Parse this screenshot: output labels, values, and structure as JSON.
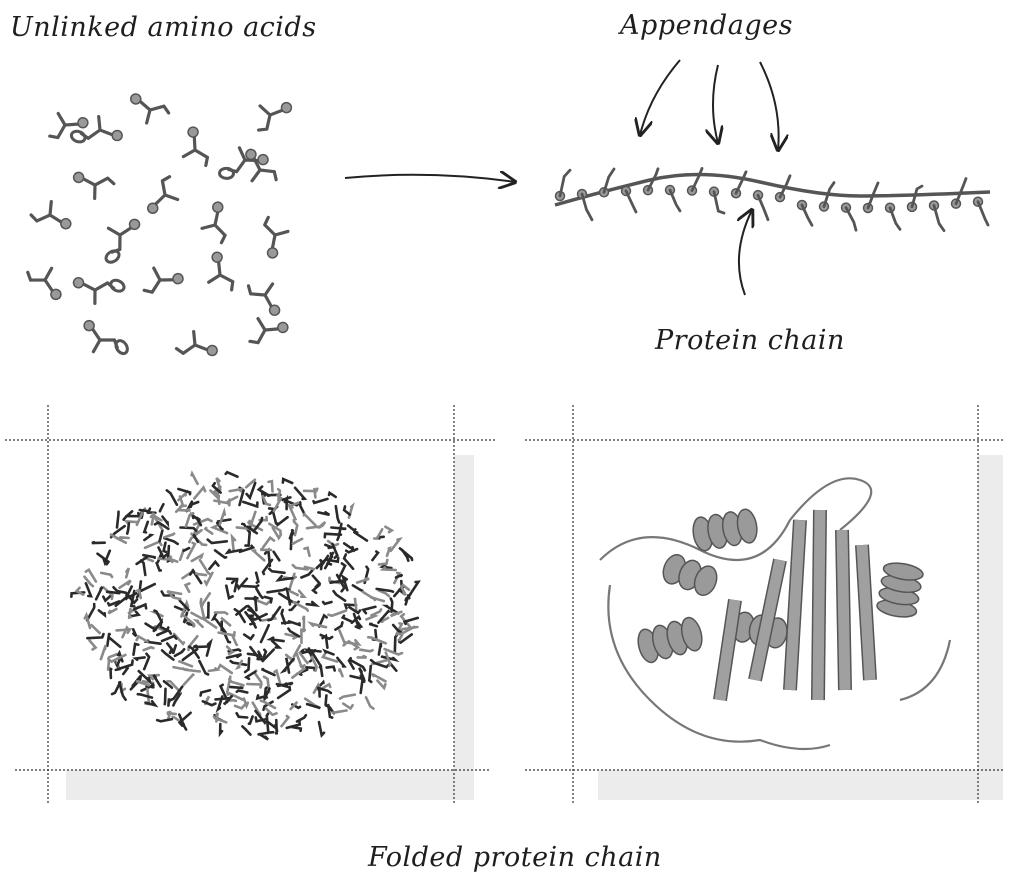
{
  "labels": {
    "unlinked": "Unlinked amino acids",
    "appendages": "Appendages",
    "protein_chain": "Protein chain",
    "folded": "Folded protein chain"
  }
}
